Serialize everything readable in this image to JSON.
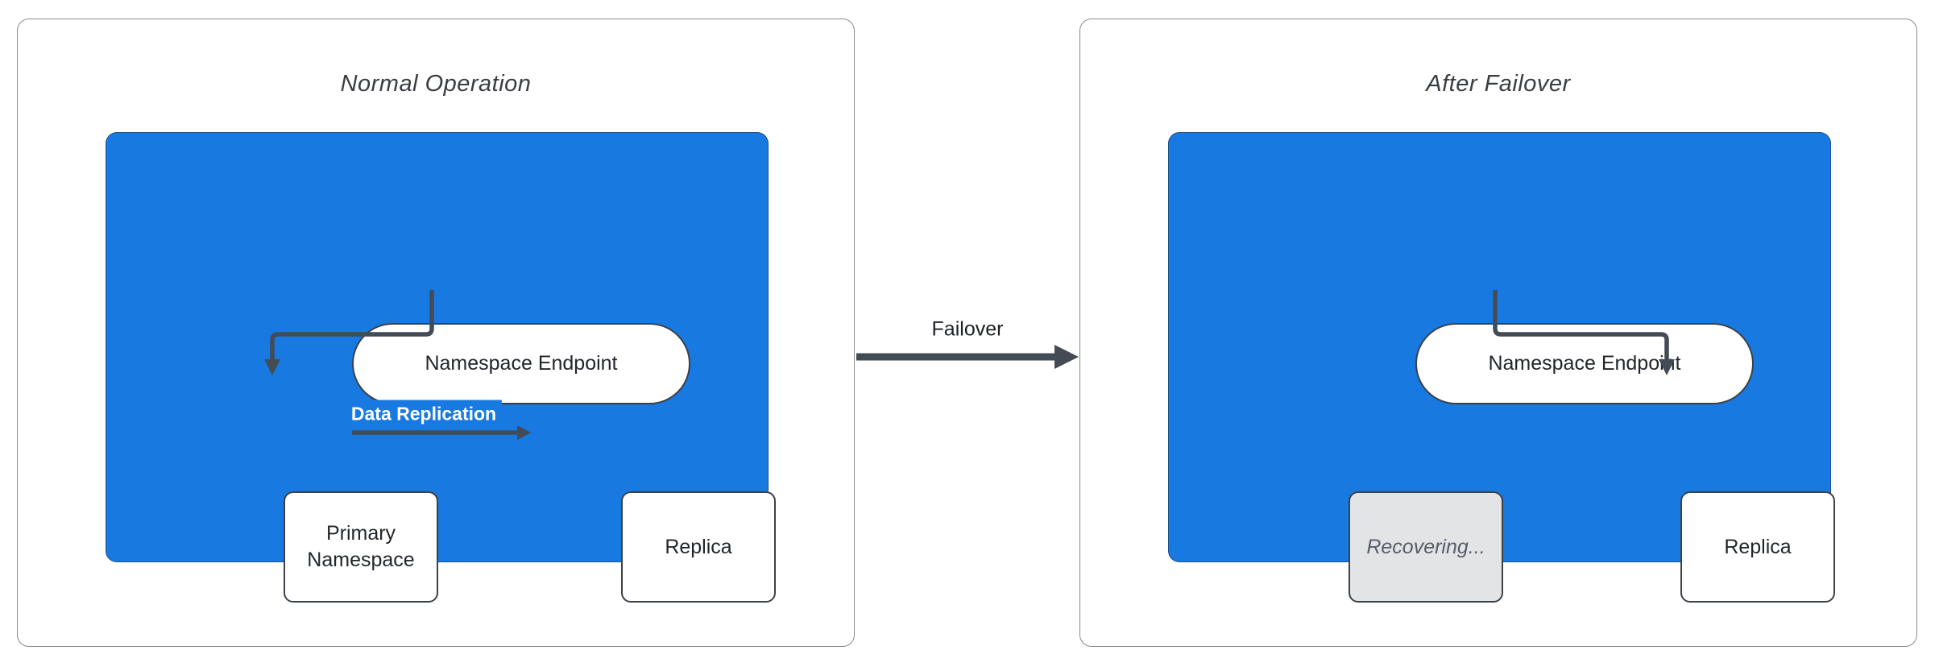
{
  "panels": [
    {
      "title": "Normal Operation",
      "endpoint": "Namespace Endpoint",
      "nodes": [
        {
          "label": "Primary Namespace"
        },
        {
          "label": "Replica"
        }
      ],
      "edge_label": "Data Replication"
    },
    {
      "title": "After Failover",
      "endpoint": "Namespace Endpoint",
      "nodes": [
        {
          "label": "Recovering..."
        },
        {
          "label": "Replica"
        }
      ]
    }
  ],
  "failover": {
    "label": "Failover"
  },
  "colors": {
    "cluster_blue": "#1879E1",
    "arrow_dark": "#434B55",
    "node_border": "#3c4148",
    "panel_border": "#898989",
    "recovering_fill": "#e3e4e6",
    "recovering_text": "#565e6a",
    "edge_label_text": "#ffffff"
  }
}
